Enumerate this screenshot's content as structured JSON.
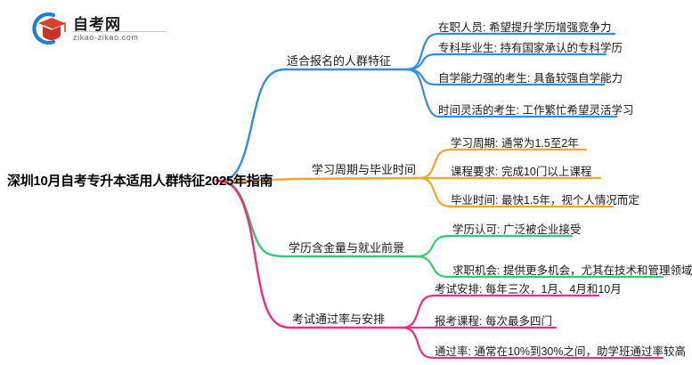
{
  "logo": {
    "name_cn": "自考网",
    "name_en": "zikao-zikao.com",
    "mark_icon": "graduation-cap-icon",
    "colors": {
      "arc": "#1f7fd4",
      "cap": "#d94030"
    }
  },
  "mindmap": {
    "root": {
      "label": "深圳10月自考专升本适用人群特征2025年指南"
    },
    "branches": [
      {
        "label": "适合报名的人群特征",
        "color": "#2f8ced",
        "children": [
          "在职人员: 希望提升学历增强竞争力",
          "专科毕业生: 持有国家承认的专科学历",
          "自学能力强的考生: 具备较强自学能力",
          "时间灵活的考生: 工作繁忙希望灵活学习"
        ]
      },
      {
        "label": "学习周期与毕业时间",
        "color": "#f2a629",
        "children": [
          "学习周期: 通常为1.5至2年",
          "课程要求: 完成10门以上课程",
          "毕业时间: 最快1.5年，视个人情况而定"
        ]
      },
      {
        "label": "学历含金量与就业前景",
        "color": "#2ecc71",
        "children": [
          "学历认可: 广泛被企业接受",
          "求职机会: 提供更多机会，尤其在技术和管理领域"
        ]
      },
      {
        "label": "考试通过率与安排",
        "color": "#ef2c80",
        "children": [
          "考试安排: 每年三次，1月、4月和10月",
          "报考课程: 每次最多四门",
          "通过率: 通常在10%到30%之间，助学班通过率较高"
        ]
      }
    ]
  }
}
